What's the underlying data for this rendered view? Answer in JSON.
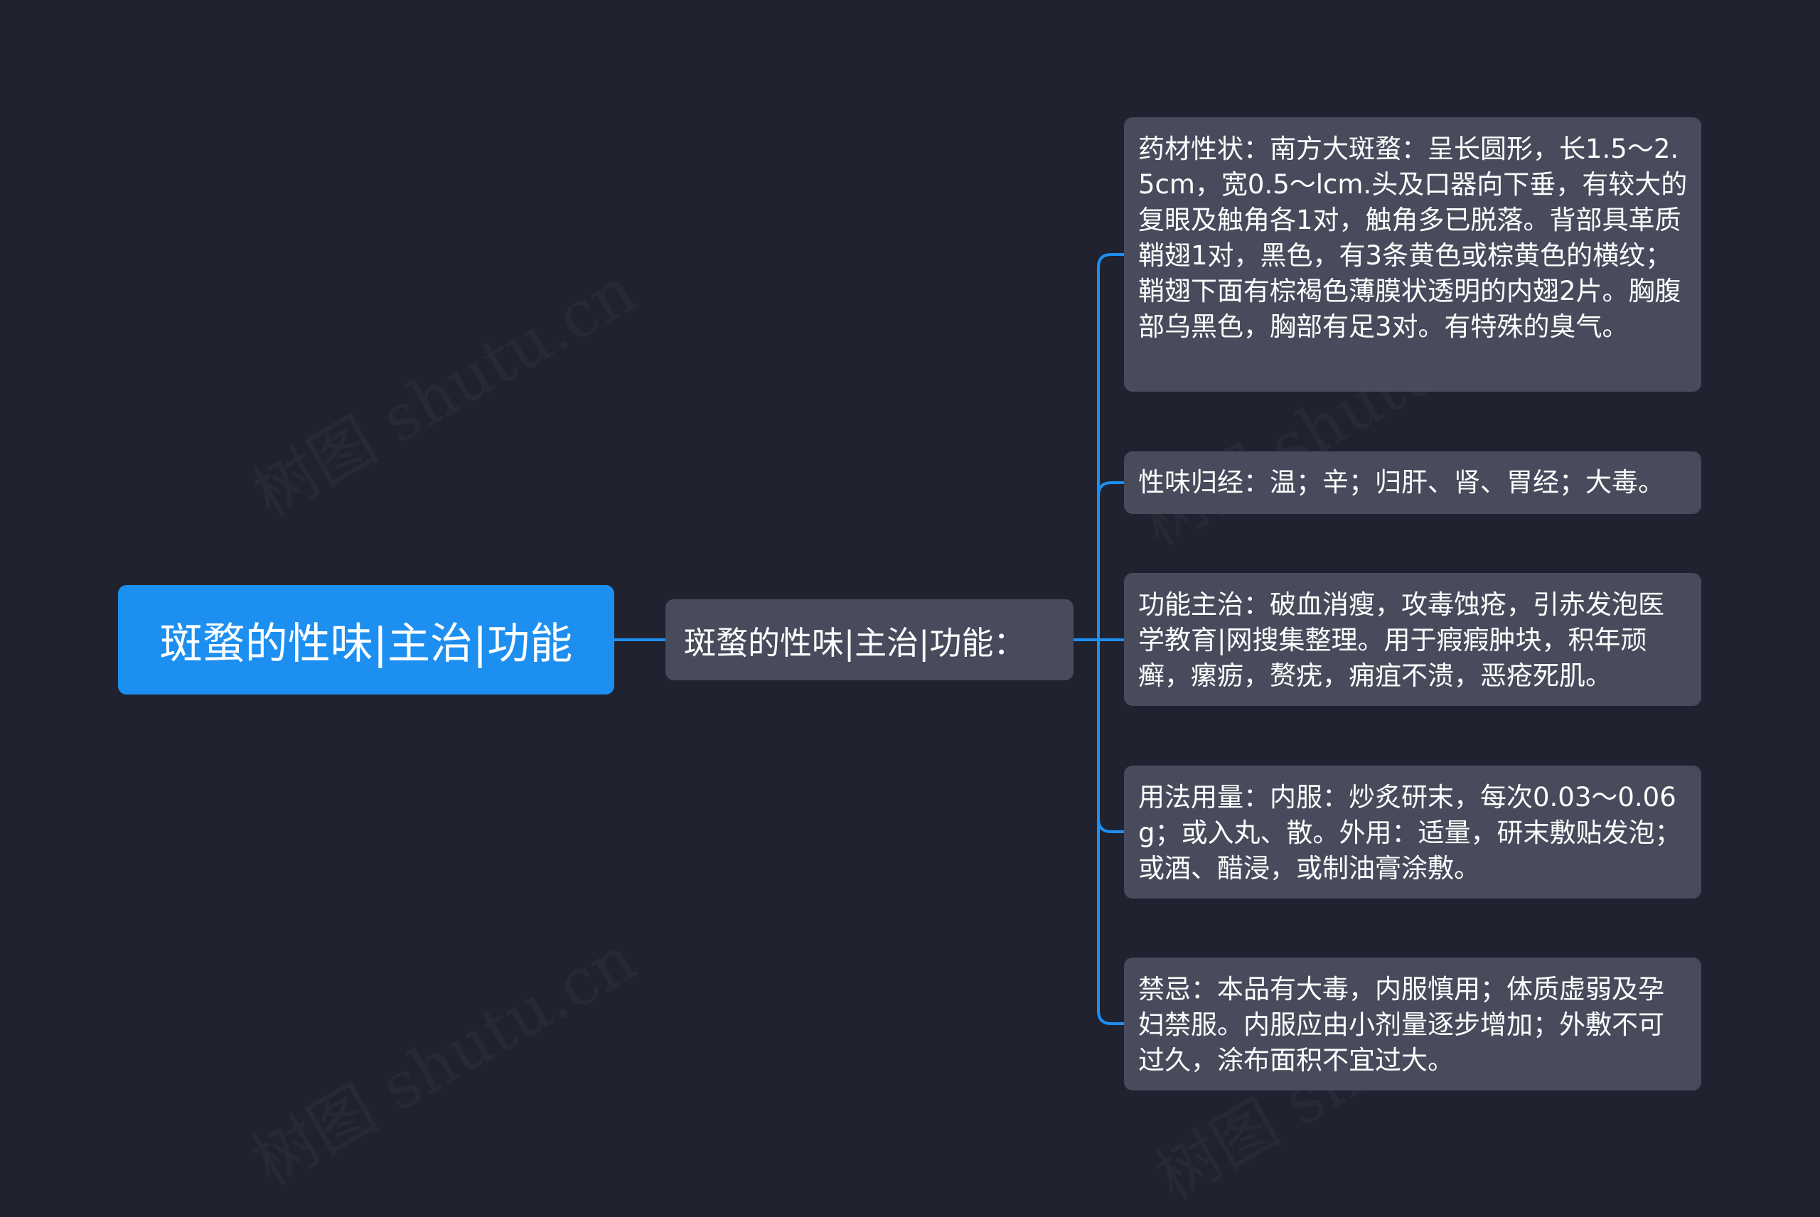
{
  "root": {
    "label": "斑蝥的性味|主治|功能"
  },
  "mid": {
    "label": "斑蝥的性味|主治|功能："
  },
  "leaves": [
    {
      "text": "药材性状：南方大斑蝥：呈长圆形，长1.5～2.5cm，宽0.5～lcm.头及口器向下垂，有较大的复眼及触角各1对，触角多已脱落。背部具革质鞘翅1对，黑色，有3条黄色或棕黄色的横纹；鞘翅下面有棕褐色薄膜状透明的内翅2片。胸腹部乌黑色，胸部有足3对。有特殊的臭气。"
    },
    {
      "text": "性味归经：温；辛；归肝、肾、胃经；大毒。"
    },
    {
      "text": "功能主治：破血消瘦，攻毒蚀疮，引赤发泡医学教育|网搜集整理。用于瘕瘕肿块，积年顽癣，瘰疬，赘疣，痈疽不溃，恶疮死肌。"
    },
    {
      "text": "用法用量：内服：炒炙研末，每次0.03～0.06g；或入丸、散。外用：适量，研末敷贴发泡；或酒、醋浸，或制油膏涂敷。"
    },
    {
      "text": "禁忌：本品有大毒，内服慎用；体质虚弱及孕妇禁服。内服应由小剂量逐步增加；外敷不可过久，涂布面积不宜过大。"
    }
  ],
  "watermark": "树图 shutu.cn",
  "colors": {
    "background": "#20232f",
    "root": "#1d8ff1",
    "node": "#474b5b",
    "link": "#1d8ff1"
  }
}
